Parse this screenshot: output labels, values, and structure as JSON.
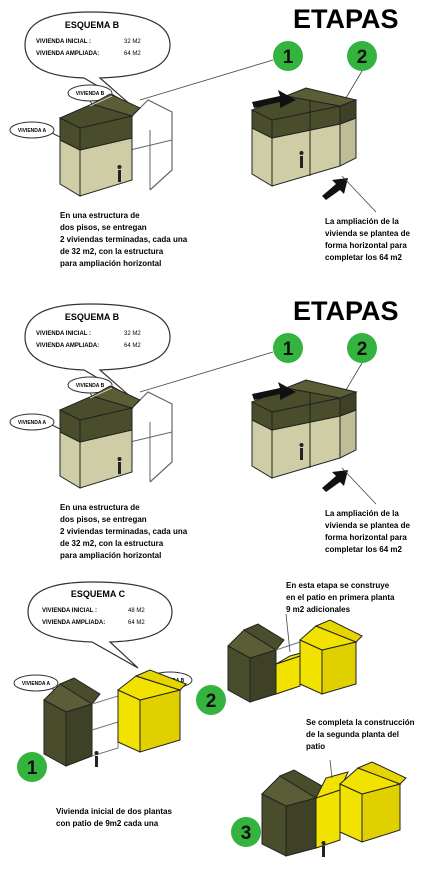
{
  "colors": {
    "roof": "#4a4d2c",
    "wall": "#cfcda5",
    "yellow": "#f2e200",
    "green": "#35b33f",
    "ink": "#111111"
  },
  "panel1": {
    "etapas": "ETAPAS",
    "bubble": {
      "title": "ESQUEMA B",
      "row1_label": "VIVIENDA INICIAL :",
      "row1_value": "32 M2",
      "row2_label": "VIVIENDA AMPLIADA:",
      "row2_value": "64 M2"
    },
    "tag_b": "VIVIENDA B",
    "tag_a": "VIVIENDA A",
    "stage1": "1",
    "stage2": "2",
    "caption_left": [
      "En una estructura de",
      "dos pisos, se entregan",
      "2 viviendas terminadas, cada una",
      "de 32 m2, con la estructura",
      "para ampliación horizontal"
    ],
    "caption_right": [
      "La ampliación de la",
      "vivienda se plantea de",
      "forma horizontal para",
      "completar los 64 m2"
    ]
  },
  "panel2": {
    "etapas": "ETAPAS",
    "bubble": {
      "title": "ESQUEMA B",
      "row1_label": "VIVIENDA INICIAL :",
      "row1_value": "32 M2",
      "row2_label": "VIVIENDA AMPLIADA:",
      "row2_value": "64 M2"
    },
    "tag_b": "VIVIENDA B",
    "tag_a": "VIVIENDA A",
    "stage1": "1",
    "stage2": "2",
    "caption_left": [
      "En una estructura de",
      "dos pisos, se entregan",
      "2 viviendas terminadas, cada una",
      "de 32 m2, con la estructura",
      "para ampliación horizontal"
    ],
    "caption_right": [
      "La ampliación de la",
      "vivienda se plantea de",
      "forma horizontal para",
      "completar los 64 m2"
    ]
  },
  "panel3": {
    "bubble": {
      "title": "ESQUEMA C",
      "row1_label": "VIVIENDA INICIAL :",
      "row1_value": "48 M2",
      "row2_label": "VIVIENDA AMPLIADA:",
      "row2_value": "64 M2"
    },
    "tag_a": "VIVIENDA A",
    "tag_b": "VIVIENDA B",
    "stage1": "1",
    "stage2": "2",
    "stage3": "3",
    "caption_stage1": [
      "Vivienda inicial de dos plantas",
      "con patio de 9m2 cada una"
    ],
    "caption_stage2": [
      "En esta etapa se construye",
      "en el patio en primera planta",
      "9 m2 adicionales"
    ],
    "caption_stage3": [
      "Se completa la construcción",
      "de la segunda planta del",
      "patio"
    ]
  }
}
